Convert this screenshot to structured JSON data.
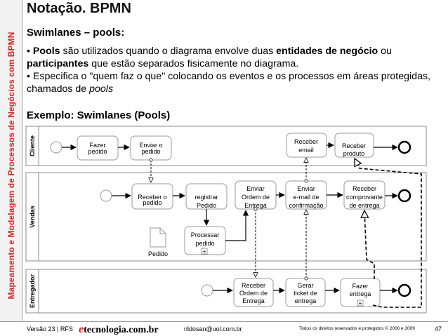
{
  "sidebar": {
    "text": "Mapeamento e Modelagem de Processos de Negócios com BPMN"
  },
  "slide": {
    "title": "Notação. BPMN",
    "subtitle": "Swimlanes – pools:",
    "bullet1": {
      "bold1": "Pools",
      "text1": " são utilizados quando o diagrama envolve duas ",
      "bold2": "entidades de negócio",
      "text2": " ou ",
      "bold3": "participantes",
      "text3": " que estão separados fisicamente no diagrama."
    },
    "bullet2": {
      "text1": "Especifica o \"quem faz o que\" colocando os eventos e os processos em áreas protegidas, chamados de ",
      "italic": "pools"
    },
    "example_title": "Exemplo: Swimlanes (Pools)"
  },
  "pools": {
    "cliente": "Cliente",
    "vendas": "Vendas",
    "entregador": "Entregador"
  },
  "tasks": {
    "fazer_pedido": [
      "Fazer",
      "pedido"
    ],
    "enviar_pedido": [
      "Enviar o",
      "pedido"
    ],
    "receber_email": [
      "Receber",
      "email"
    ],
    "receber_produto": [
      "Receber",
      "produto"
    ],
    "receber_pedido": [
      "Receber o",
      "pedido"
    ],
    "registrar_pedido": [
      "registrar",
      "Pedido"
    ],
    "enviar_ordem": [
      "Enviar",
      "Ordem de",
      "Entrega"
    ],
    "enviar_email_conf": [
      "Enviar",
      "e-mail de",
      "confirmação"
    ],
    "receber_comprovante": [
      "Receber",
      "comprovante",
      "de entrega"
    ],
    "processar_pedido": [
      "Processar",
      "pedido"
    ],
    "receber_ordem": [
      "Receber",
      "Ordem de",
      "Entrega"
    ],
    "gerar_ticket": [
      "Gerar",
      "ticket de",
      "entrega"
    ],
    "fazer_entrega": [
      "Fazer",
      "entrega"
    ]
  },
  "data_object": {
    "label": "Pedido"
  },
  "subprocess_marker": "+",
  "footer": {
    "version": "Versão 23 | RFS",
    "logo_e": "e",
    "logo_rest": "tecnologia.com.br",
    "email": "rildosan@uol.com.br",
    "rights": "Todos os direitos reservados e protegidos © 2006 e 2009",
    "page": "47"
  },
  "colors": {
    "sidebar_text": "#e8211e",
    "task_fill": "#ffffff",
    "pool_border": "#888888"
  }
}
